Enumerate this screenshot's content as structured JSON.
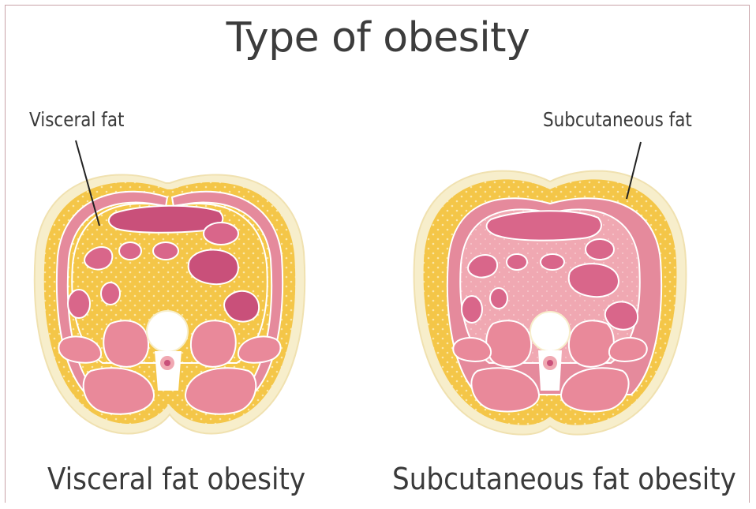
{
  "title": "Type of obesity",
  "left_panel": {
    "callout_label": "Visceral fat",
    "caption": "Visceral fat obesity"
  },
  "right_panel": {
    "callout_label": "Subcutaneous fat",
    "caption": "Subcutaneous fat obesity"
  },
  "colors": {
    "fat_yellow": "#f4c648",
    "fat_dots": "#fbe7a6",
    "skin_rim": "#f7eecb",
    "organ_pink": "#e58a9c",
    "organ_dark": "#c9507a",
    "cavity_pink": "#f0a8b2",
    "muscle_pink": "#e9899a",
    "bone_white": "#ffffff"
  }
}
